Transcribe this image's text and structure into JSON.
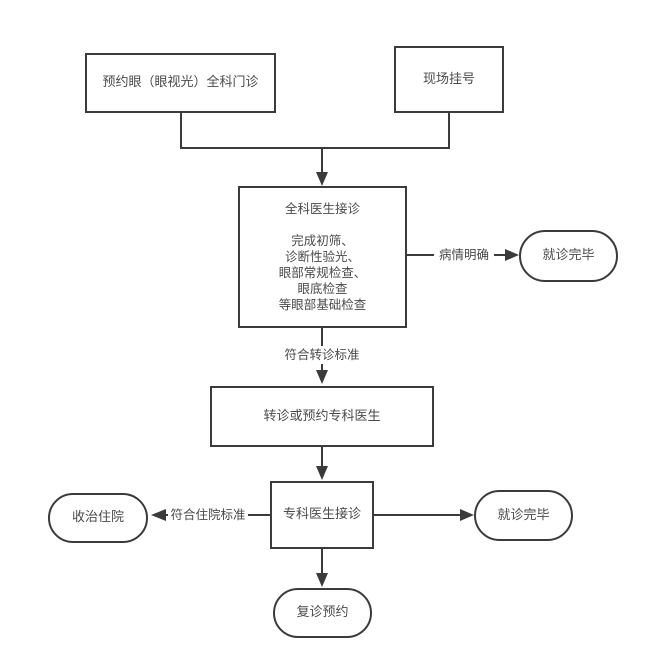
{
  "diagram": {
    "type": "flowchart",
    "background_color": "#ffffff",
    "line_color": "#3b3b3b",
    "text_color": "#4a4a4a",
    "nodes": {
      "book_clinic": {
        "shape": "rect",
        "label": "预约眼（眼视光）全科门诊"
      },
      "onsite_register": {
        "shape": "rect",
        "label": "现场挂号"
      },
      "gp_visit": {
        "shape": "rect",
        "title": "全科医生接诊",
        "details": [
          "完成初筛、",
          "诊断性验光、",
          "眼部常规检查、",
          "眼底检查",
          "等眼部基础检查"
        ]
      },
      "visit_done_top": {
        "shape": "stadium",
        "label": "就诊完毕"
      },
      "referral": {
        "shape": "rect",
        "label": "转诊或预约专科医生"
      },
      "specialist": {
        "shape": "rect",
        "label": "专科医生接诊"
      },
      "admit": {
        "shape": "stadium",
        "label": "收治住院"
      },
      "visit_done_bottom": {
        "shape": "stadium",
        "label": "就诊完毕"
      },
      "followup": {
        "shape": "stadium",
        "label": "复诊预约"
      }
    },
    "edge_labels": {
      "condition_clear": "病情明确",
      "referral_criteria": "符合转诊标准",
      "admission_criteria": "符合住院标准"
    }
  }
}
